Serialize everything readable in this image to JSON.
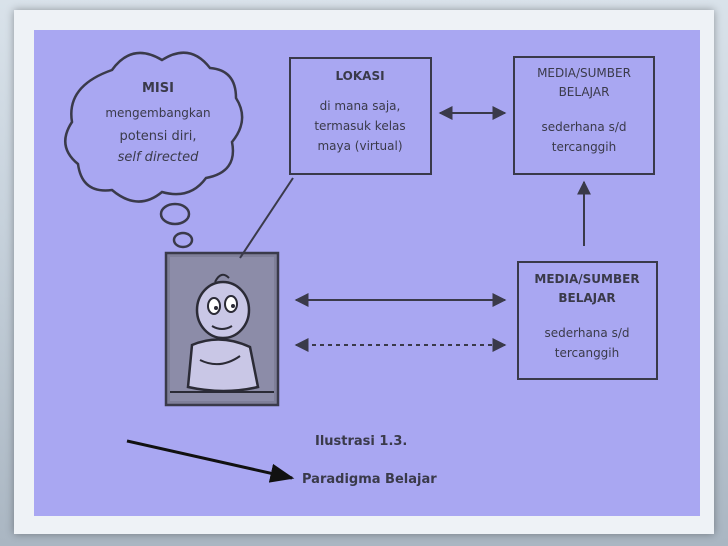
{
  "misi": {
    "title": "MISI",
    "line1": "mengembangkan",
    "line2": "potensi diri,",
    "line3": "self directed"
  },
  "lokasi": {
    "title": "LOKASI",
    "line1": "di mana saja,",
    "line2": "termasuk kelas",
    "line3": "maya (virtual)"
  },
  "media_top": {
    "title1": "MEDIA/SUMBER",
    "title2": "BELAJAR",
    "line1": "sederhana s/d",
    "line2": "tercanggih"
  },
  "media_bottom": {
    "title1": "MEDIA/SUMBER",
    "title2": "BELAJAR",
    "line1": "sederhana s/d",
    "line2": "tercanggih"
  },
  "caption": {
    "line1": "Ilustrasi 1.3.",
    "line2": "Paradigma Belajar"
  },
  "colors": {
    "slide_bg": "#a9a7f2",
    "ink": "#3a3a4a"
  }
}
